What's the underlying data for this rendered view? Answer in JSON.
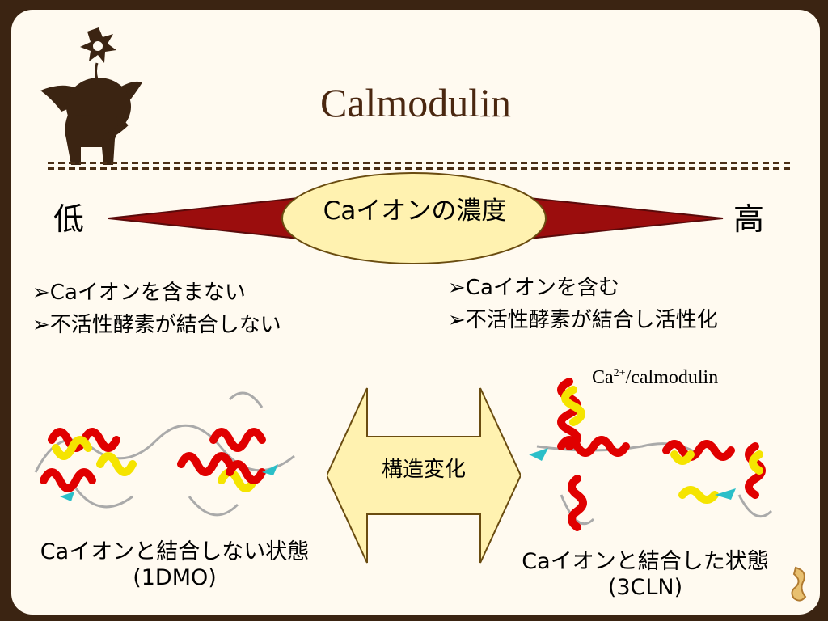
{
  "title": "Calmodulin",
  "scale": {
    "low": "低",
    "high": "高",
    "center_label": "Caイオンの濃度"
  },
  "left_bullets": [
    "➢Caイオンを含まない",
    "➢不活性酵素が結合しない"
  ],
  "right_bullets": [
    "➢Caイオンを含む",
    "➢不活性酵素が結合し活性化"
  ],
  "arrow_label": "構造変化",
  "right_image_label": {
    "base": "Ca",
    "sup": "2+",
    "rest": "/calmodulin"
  },
  "left_caption": {
    "line1": "Caイオンと結合しない状態",
    "line2": "(1DMO)"
  },
  "right_caption": {
    "line1": "Caイオンと結合した状態",
    "line2": "(3CLN)"
  },
  "colors": {
    "frame": "#3b2412",
    "background": "#fffaf0",
    "wedge": "#9b0d0d",
    "ellipse": "#fff2b0",
    "arrow": "#fff2b0",
    "helix_red": "#e00000",
    "helix_yellow": "#f5e400",
    "sheet_cyan": "#2bbfc8"
  },
  "icons": [
    "deer-mascot-icon",
    "flower-icon",
    "curl-decoration-icon"
  ]
}
